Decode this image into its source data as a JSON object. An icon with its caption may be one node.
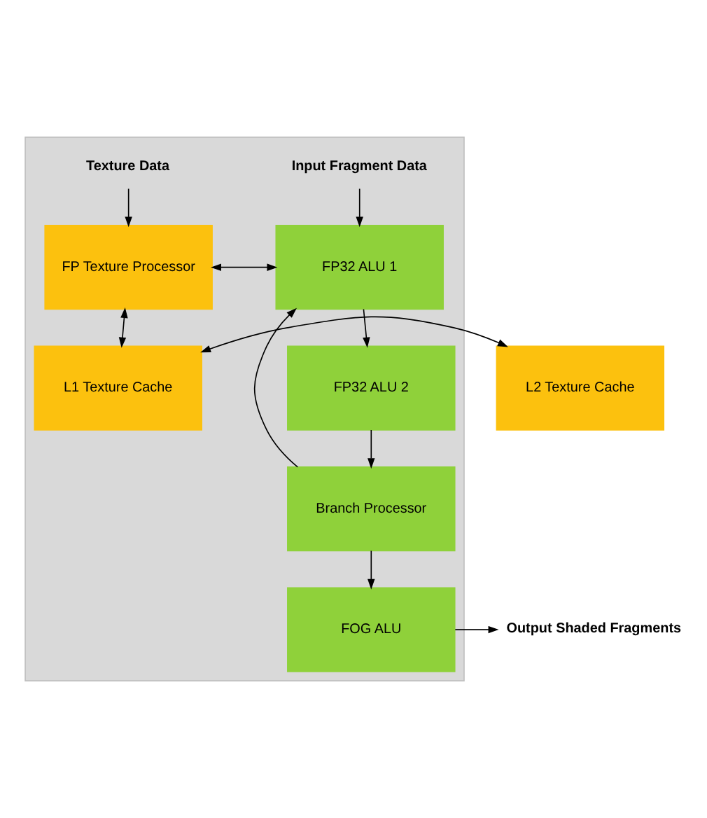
{
  "diagram": {
    "nodes": [
      {
        "text": [],
        "shape": "box"
      },
      {
        "text": [
          "Texture Data"
        ],
        "in": 0
      },
      {
        "text": [
          "Input Fragment Data"
        ],
        "in": 0
      },
      {
        "text": [
          "FP Texture Processor"
        ],
        "in": 0
      },
      {
        "text": [
          "FP32 ALU 1"
        ],
        "in": 0
      },
      {
        "text": [
          "L2 Texture Cache"
        ]
      },
      {
        "text": [
          "L1 Texture Cache"
        ],
        "in": 0
      },
      {
        "text": [
          "FP32 ALU 2"
        ],
        "in": 0
      },
      {
        "text": [
          "Branch Processor"
        ],
        "in": 0
      },
      {
        "text": [
          "FOG ALU"
        ],
        "in": 0
      },
      {
        "text": [
          "Output Shaded Fragments"
        ]
      }
    ],
    "edges": [
      {
        "from": 1,
        "to": 3,
        "arrow": "to"
      },
      {
        "from": 2,
        "to": 4,
        "arrow": "to"
      },
      {
        "from": 3,
        "to": 4,
        "arrow": "both"
      },
      {
        "from": 3,
        "to": 6,
        "arrow": "both"
      },
      {
        "from": 5,
        "to": 6,
        "arrow": "both"
      },
      {
        "from": 4,
        "to": 7,
        "arrow": "to"
      },
      {
        "from": 7,
        "to": 8,
        "arrow": "to"
      },
      {
        "from": 8,
        "to": 4,
        "arrow": "to"
      },
      {
        "from": 8,
        "to": 9,
        "arrow": "to"
      },
      {
        "from": 9,
        "to": 10,
        "arrow": "to"
      }
    ]
  }
}
